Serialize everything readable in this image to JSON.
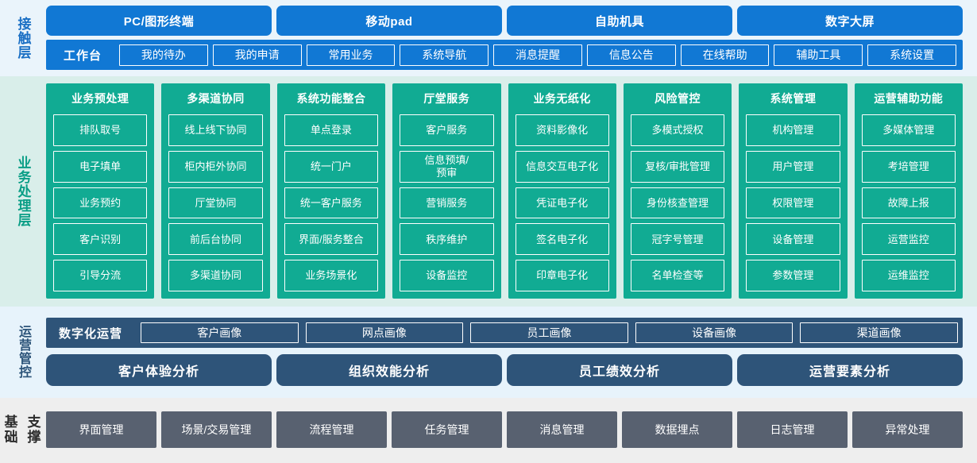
{
  "layers": {
    "contact": {
      "label": "接触层",
      "terminals": [
        {
          "label": "PC/图形终端"
        },
        {
          "label": "移动pad"
        },
        {
          "label": "自助机具"
        },
        {
          "label": "数字大屏"
        }
      ],
      "workbench_title": "工作台",
      "workbench_items": [
        {
          "label": "我的待办"
        },
        {
          "label": "我的申请"
        },
        {
          "label": "常用业务"
        },
        {
          "label": "系统导航"
        },
        {
          "label": "消息提醒"
        },
        {
          "label": "信息公告"
        },
        {
          "label": "在线帮助"
        },
        {
          "label": "辅助工具"
        },
        {
          "label": "系统设置"
        }
      ]
    },
    "business": {
      "label": "业务处理层",
      "columns": [
        {
          "title": "业务预处理",
          "items": [
            "排队取号",
            "电子填单",
            "业务预约",
            "客户识别",
            "引导分流"
          ]
        },
        {
          "title": "多渠道协同",
          "items": [
            "线上线下协同",
            "柜内柜外协同",
            "厅堂协同",
            "前后台协同",
            "多渠道协同"
          ]
        },
        {
          "title": "系统功能整合",
          "items": [
            "单点登录",
            "统一门户",
            "统一客户服务",
            "界面/服务整合",
            "业务场景化"
          ]
        },
        {
          "title": "厅堂服务",
          "items": [
            "客户服务",
            "信息预填/\n预审",
            "营销服务",
            "秩序维护",
            "设备监控"
          ]
        },
        {
          "title": "业务无纸化",
          "items": [
            "资料影像化",
            "信息交互电子化",
            "凭证电子化",
            "签名电子化",
            "印章电子化"
          ]
        },
        {
          "title": "风险管控",
          "items": [
            "多模式授权",
            "复核/审批管理",
            "身份核查管理",
            "冠字号管理",
            "名单检查等"
          ]
        },
        {
          "title": "系统管理",
          "items": [
            "机构管理",
            "用户管理",
            "权限管理",
            "设备管理",
            "参数管理"
          ]
        },
        {
          "title": "运营辅助功能",
          "items": [
            "多媒体管理",
            "考培管理",
            "故障上报",
            "运营监控",
            "运维监控"
          ]
        }
      ]
    },
    "operations": {
      "label": "运营管控",
      "digital_title": "数字化运营",
      "portraits": [
        {
          "label": "客户画像"
        },
        {
          "label": "网点画像"
        },
        {
          "label": "员工画像"
        },
        {
          "label": "设备画像"
        },
        {
          "label": "渠道画像"
        }
      ],
      "analyses": [
        {
          "label": "客户体验分析"
        },
        {
          "label": "组织效能分析"
        },
        {
          "label": "员工绩效分析"
        },
        {
          "label": "运营要素分析"
        }
      ]
    },
    "base": {
      "label_line1": "基础",
      "label_line2": "支撑",
      "items": [
        {
          "label": "界面管理"
        },
        {
          "label": "场景/交易管理"
        },
        {
          "label": "流程管理"
        },
        {
          "label": "任务管理"
        },
        {
          "label": "消息管理"
        },
        {
          "label": "数据埋点"
        },
        {
          "label": "日志管理"
        },
        {
          "label": "异常处理"
        }
      ]
    }
  },
  "colors": {
    "contact_bg": "#eaf4fb",
    "contact_accent": "#1178d4",
    "business_bg": "#d9eeea",
    "business_accent": "#11ab93",
    "operations_bg": "#e7f3fb",
    "operations_accent": "#2e5479",
    "base_bg": "#eeeeee",
    "base_accent": "#586170"
  }
}
